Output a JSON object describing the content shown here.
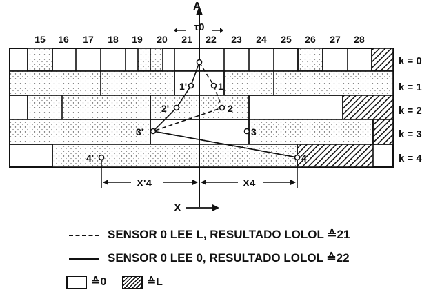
{
  "axis_a_label": "A",
  "tau_label": "τ0",
  "columns": [
    "15",
    "16",
    "17",
    "18",
    "19",
    "20",
    "21",
    "22",
    "23",
    "24",
    "25",
    "26",
    "27",
    "28"
  ],
  "rows": [
    "k = 0",
    "k = 1",
    "k = 2",
    "k = 3",
    "k = 4"
  ],
  "points": {
    "p1": "1",
    "p1p": "1'",
    "p2": "2",
    "p2p": "2'",
    "p3": "3",
    "p3p": "3'",
    "p4": "4",
    "p4p": "4'"
  },
  "x4p_label": "X'4",
  "x4_label": "X4",
  "x_axis_label": "X",
  "legend_dashed": "SENSOR 0 LEE L, RESULTADO LOLOL ≙21",
  "legend_solid": "SENSOR 0 LEE 0, RESULTADO LOLOL ≙22",
  "key_blank": "≙0",
  "key_hatched": "≙L"
}
